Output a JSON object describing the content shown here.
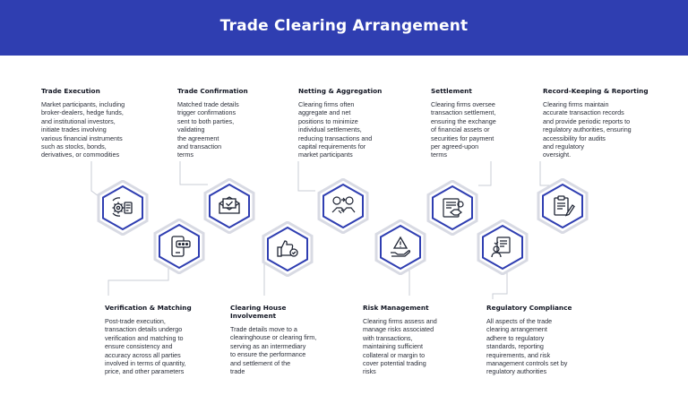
{
  "title": "Trade Clearing Arrangement",
  "colors": {
    "header": "#2f3eb1",
    "hex_border": "#2f3eb1",
    "hex_outer": "#d8dae3",
    "icon": "#1e2433"
  },
  "top_steps": [
    {
      "title": "Trade Execution",
      "text": "Market participants, including\nbroker-dealers, hedge funds,\nand institutional investors,\ninitiate trades involving\nvarious financial instruments\nsuch as stocks, bonds,\nderivatives, or commodities",
      "icon": "gear-checklist-icon"
    },
    {
      "title": "Trade Confirmation",
      "text": "Matched trade details\ntrigger confirmations\nsent to both parties,\nvalidating\nthe agreement\nand transaction\nterms",
      "icon": "envelope-check-icon"
    },
    {
      "title": "Netting & Aggregation",
      "text": "Clearing firms often\naggregate and net\npositions to minimize\nindividual settlements,\nreducing transactions and\ncapital requirements for\nmarket participants",
      "icon": "exchange-handshake-icon"
    },
    {
      "title": "Settlement",
      "text": "Clearing firms oversee\ntransaction settlement,\nensuring the exchange\nof financial assets or\nsecurities for payment\nper agreed-upon\nterms",
      "icon": "contract-handshake-icon"
    },
    {
      "title": "Record-Keeping & Reporting",
      "text": "Clearing firms maintain\naccurate transaction records\nand provide periodic reports to\nregulatory authorities, ensuring\naccessibility for audits\nand regulatory\n oversight.",
      "icon": "clipboard-pen-icon"
    }
  ],
  "bottom_steps": [
    {
      "title": "Verification & Matching",
      "text": "Post-trade execution,\ntransaction details undergo\nverification and matching to\nensure consistency and\naccuracy across all parties\ninvolved in terms of quantity,\nprice, and other parameters",
      "icon": "mobile-password-icon"
    },
    {
      "title": "Clearing House\nInvolvement",
      "text": "Trade details move to a\nclearinghouse or clearing firm,\nserving as an intermediary\n to ensure the performance\n and settlement of the\ntrade",
      "icon": "thumbs-up-check-icon"
    },
    {
      "title": "Risk Management",
      "text": "Clearing firms assess and\nmanage risks associated\nwith transactions,\nmaintaining sufficient\ncollateral or margin to\ncover potential trading\nrisks",
      "icon": "hand-warning-icon"
    },
    {
      "title": "Regulatory Compliance",
      "text": "All aspects of the trade\nclearing arrangement\nadhere to regulatory\nstandards, reporting\nrequirements, and risk\nmanagement controls set by\nregulatory authorities",
      "icon": "compliance-document-icon"
    }
  ]
}
